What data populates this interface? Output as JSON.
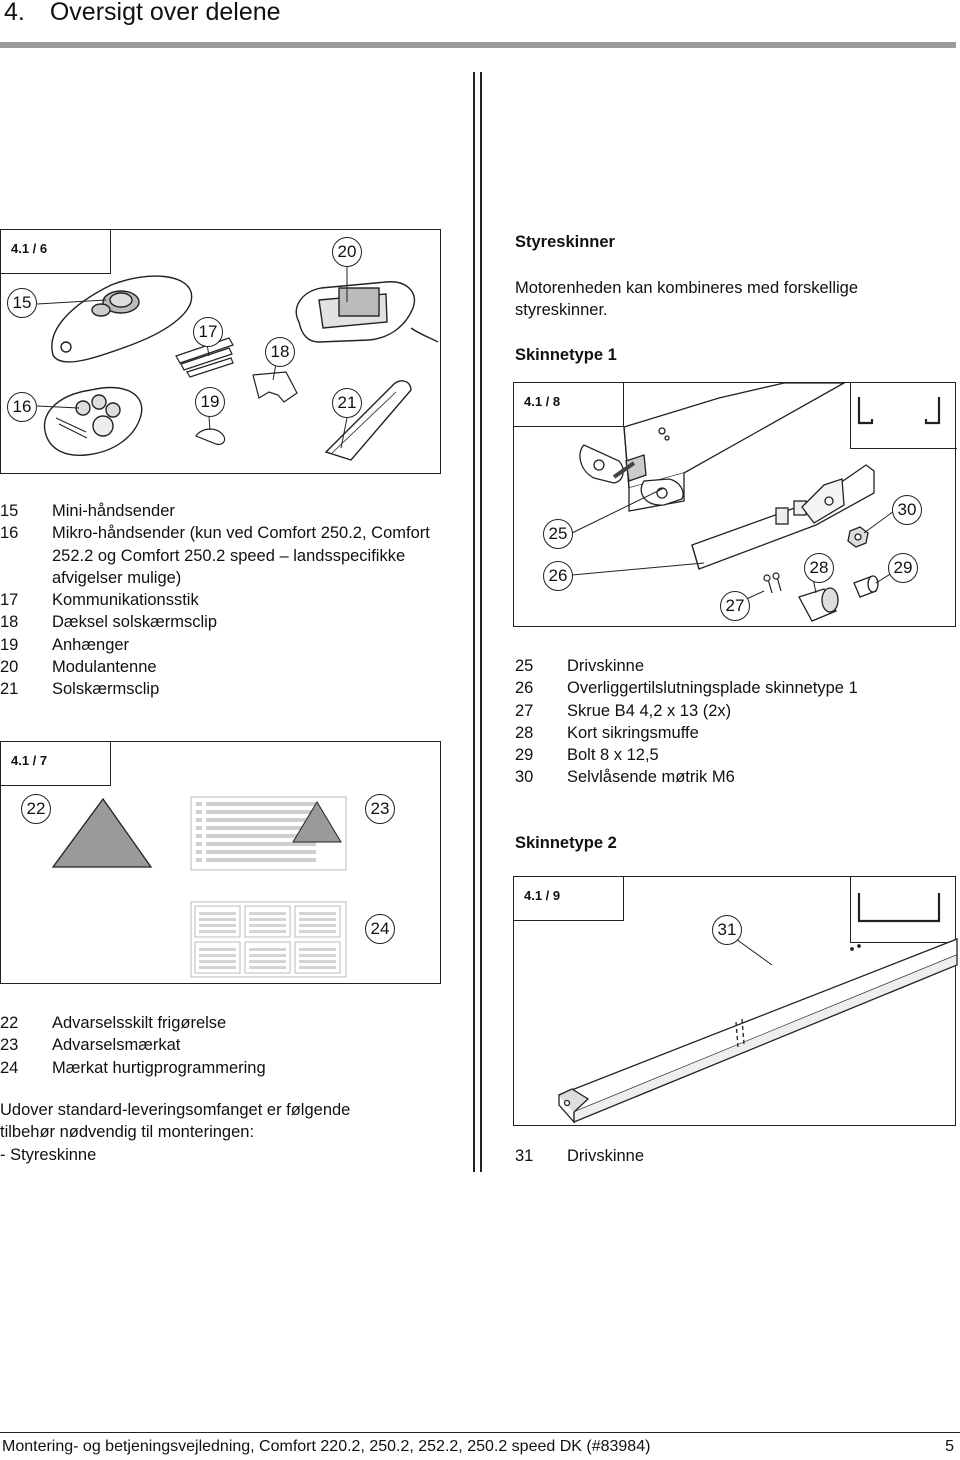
{
  "page": {
    "section_title": "4. Oversigt over delene",
    "footer_text": "Montering- og betjeningsvejledning, Comfort 220.2, 250.2, 252.2, 250.2 speed DK (#83984)",
    "page_number": "5"
  },
  "fig_4_1_6": {
    "label": "4.1 / 6",
    "callouts": [
      "15",
      "16",
      "17",
      "18",
      "19",
      "20",
      "21"
    ]
  },
  "legend_a": [
    {
      "num": "15",
      "text": "Mini-håndsender"
    },
    {
      "num": "16",
      "text": "Mikro-håndsender (kun ved Comfort 250.2, Comfort 252.2 og Comfort 250.2 speed – landsspecifikke afvigelser mulige)"
    },
    {
      "num": "17",
      "text": "Kommunikationsstik"
    },
    {
      "num": "18",
      "text": "Dæksel solskærmsclip"
    },
    {
      "num": "19",
      "text": "Anhænger"
    },
    {
      "num": "20",
      "text": "Modulantenne"
    },
    {
      "num": "21",
      "text": "Solskærmsclip"
    }
  ],
  "fig_4_1_7": {
    "label": "4.1 / 7",
    "callouts": [
      "22",
      "23",
      "24"
    ]
  },
  "legend_b": [
    {
      "num": "22",
      "text": "Advarselsskilt frigørelse"
    },
    {
      "num": "23",
      "text": "Advarselsmærkat"
    },
    {
      "num": "24",
      "text": "Mærkat hurtigprogrammering"
    }
  ],
  "accessory_note": {
    "line1": "Udover standard-leveringsomfanget er følgende",
    "line2": "tilbehør nødvendig til monteringen:",
    "line3": "- Styreskinne"
  },
  "right_column": {
    "heading": "Styreskinner",
    "intro_line1": "Motorenheden kan kombineres med forskellige",
    "intro_line2": "styreskinner.",
    "subheading_1": "Skinnetype 1",
    "subheading_2": "Skinnetype 2"
  },
  "fig_4_1_8": {
    "label": "4.1 / 8",
    "callouts": [
      "25",
      "26",
      "27",
      "28",
      "29",
      "30"
    ]
  },
  "legend_c": [
    {
      "num": "25",
      "text": "Drivskinne"
    },
    {
      "num": "26",
      "text": "Overliggertilslutningsplade skinnetype 1"
    },
    {
      "num": "27",
      "text": "Skrue B4 4,2 x 13 (2x)"
    },
    {
      "num": "28",
      "text": "Kort sikringsmuffe"
    },
    {
      "num": "29",
      "text": "Bolt 8 x 12,5"
    },
    {
      "num": "30",
      "text": "Selvlåsende møtrik M6"
    }
  ],
  "fig_4_1_9": {
    "label": "4.1 / 9",
    "callouts": [
      "31"
    ]
  },
  "legend_d": [
    {
      "num": "31",
      "text": "Drivskinne"
    }
  ],
  "colors": {
    "rule_gray": "#9a9a9a",
    "warning_gray": "#9a9a9a",
    "ink": "#111111"
  }
}
